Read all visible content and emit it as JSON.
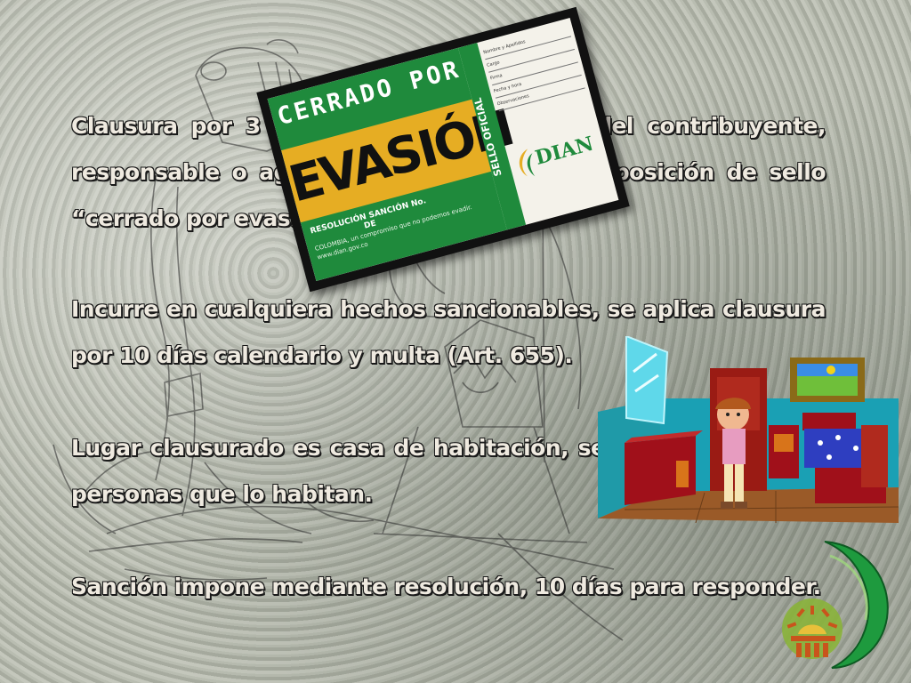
{
  "paragraphs": [
    "Clausura por 3 días del establecimiento del contribuyente, responsable o agente retenedor, con la imposición de sello “cerrado por evasión”.",
    "Incurre en cualquiera hechos sancionables,  se aplica clausura por 10 días calendario y multa (Art. 655).",
    "Lugar clausurado es casa de habitación, se permite acceso a personas que lo habitan.",
    "Sanción impone mediante resolución, 10 días para responder."
  ],
  "seal": {
    "top_text": "CERRADO POR",
    "main_text": "EVASIÓN",
    "side_text": "SELLO OFICIAL",
    "resolution_label": "RESOLUCIÓN SANCIÓN No.",
    "de_label": "DE",
    "slogan": "COLOMBIA, un compromiso que no podemos evadir.",
    "web": "www.dian.gov.co",
    "form_fields": [
      "Nombre y Apellidos",
      "Cargo",
      "Firma",
      "Fecha y hora",
      "Observaciones"
    ],
    "logo_text": "DIAN"
  },
  "colors": {
    "text": "#efeae0",
    "text_outline": "#1a1a1a",
    "seal_green": "#1f8a3c",
    "seal_gold": "#e6ad23"
  },
  "icons": {
    "sketch": "pencil-sketch-background",
    "room": "room-scene-illustration",
    "emblem": "green-crescent-sun-emblem"
  }
}
